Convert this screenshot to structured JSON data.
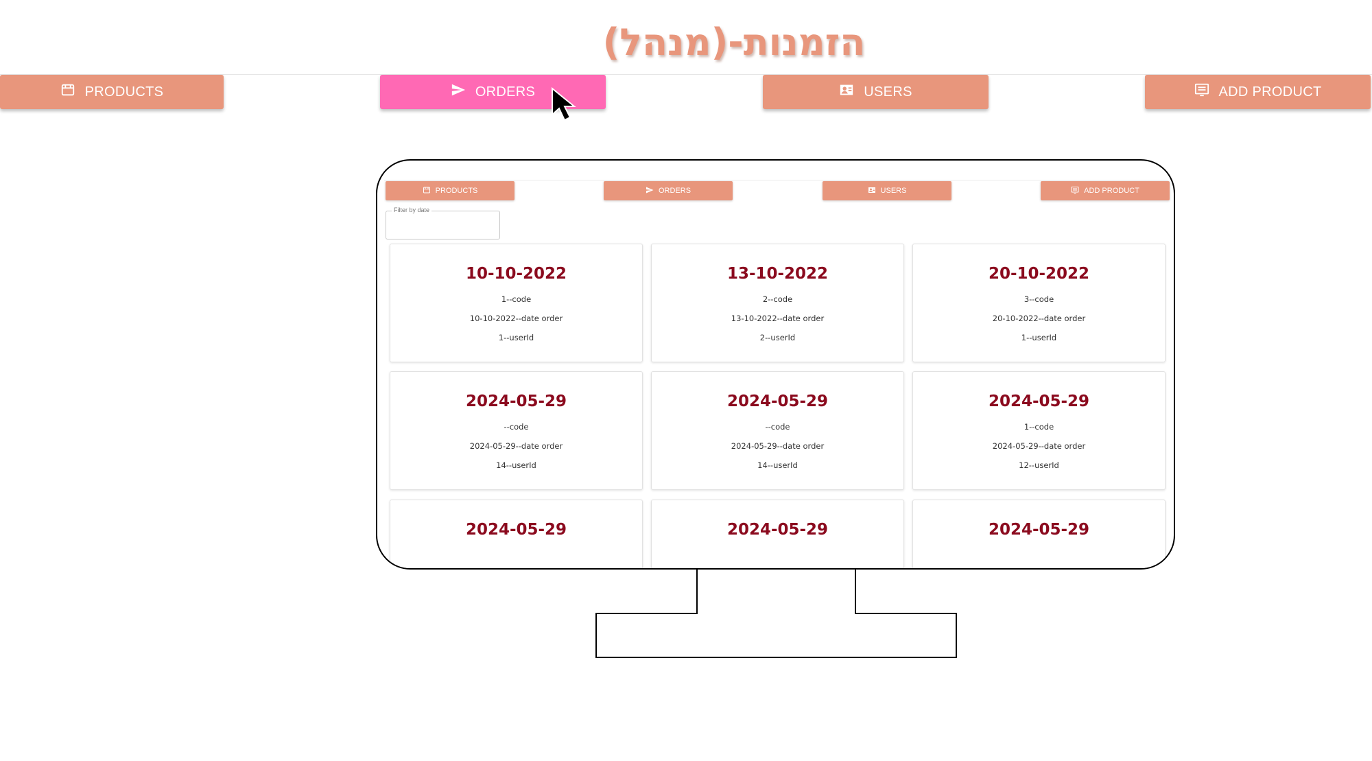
{
  "page": {
    "title": "הזמנות-(מנהל)"
  },
  "nav": [
    {
      "key": "products",
      "label": "PRODUCTS",
      "icon": "store-icon",
      "active": false
    },
    {
      "key": "orders",
      "label": "ORDERS",
      "icon": "send-icon",
      "active": true
    },
    {
      "key": "users",
      "label": "USERS",
      "icon": "contact-card-icon",
      "active": false
    },
    {
      "key": "add_product",
      "label": "ADD PRODUCT",
      "icon": "list-box-icon",
      "active": false
    }
  ],
  "preview": {
    "nav": [
      {
        "label": "PRODUCTS",
        "icon": "store-icon"
      },
      {
        "label": "ORDERS",
        "icon": "send-icon"
      },
      {
        "label": "USERS",
        "icon": "contact-card-icon"
      },
      {
        "label": "ADD PRODUCT",
        "icon": "list-box-icon"
      }
    ],
    "filter": {
      "label": "Filter by date",
      "value": ""
    },
    "orders": [
      {
        "date": "10-10-2022",
        "code": "1--code",
        "date_order": "10-10-2022--date order",
        "user": "1--userId"
      },
      {
        "date": "13-10-2022",
        "code": "2--code",
        "date_order": "13-10-2022--date order",
        "user": "2--userId"
      },
      {
        "date": "20-10-2022",
        "code": "3--code",
        "date_order": "20-10-2022--date order",
        "user": "1--userId"
      },
      {
        "date": "2024-05-29",
        "code": "--code",
        "date_order": "2024-05-29--date order",
        "user": "14--userId"
      },
      {
        "date": "2024-05-29",
        "code": "--code",
        "date_order": "2024-05-29--date order",
        "user": "14--userId"
      },
      {
        "date": "2024-05-29",
        "code": "1--code",
        "date_order": "2024-05-29--date order",
        "user": "12--userId"
      },
      {
        "date": "2024-05-29"
      },
      {
        "date": "2024-05-29"
      },
      {
        "date": "2024-05-29"
      }
    ]
  },
  "colors": {
    "accent": "#e8967c",
    "active": "#ff69b4",
    "date_text": "#8b0a1e"
  }
}
